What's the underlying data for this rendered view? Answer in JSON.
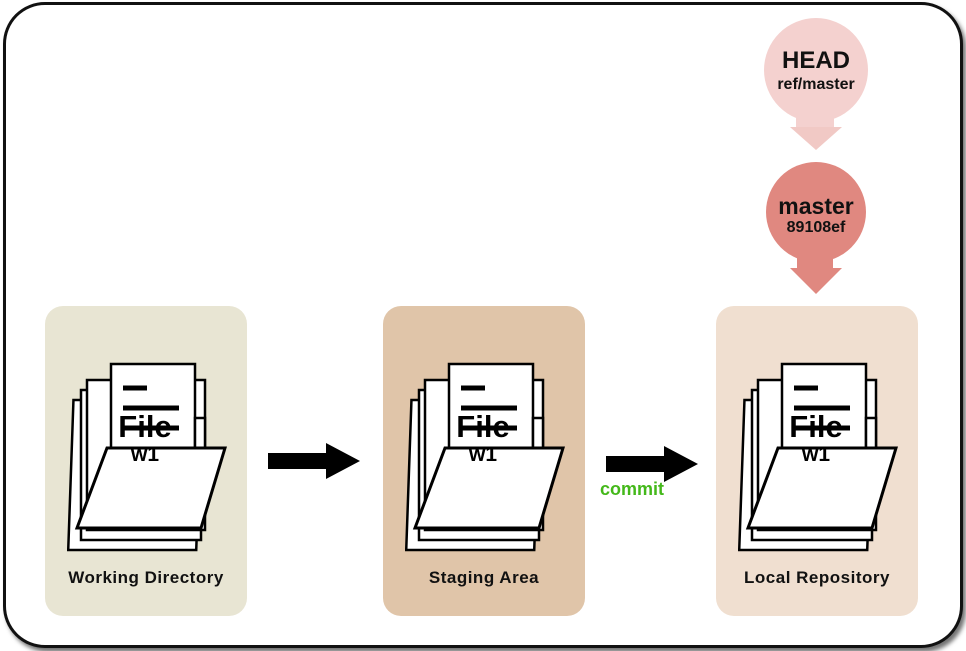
{
  "head": {
    "title": "HEAD",
    "ref": "ref/master",
    "fill": "#f4d1cf",
    "arrow": "#f1c9c5"
  },
  "master": {
    "title": "master",
    "hash": "89108ef",
    "fill": "#e08880"
  },
  "panels": [
    {
      "label": "Working Directory",
      "file_title": "File",
      "file_version": "w1",
      "fill": "#e8e5d3"
    },
    {
      "label": "Staging Area",
      "file_title": "File",
      "file_version": "w1",
      "fill": "#e0c5a9"
    },
    {
      "label": "Local Repository",
      "file_title": "File",
      "file_version": "w1",
      "fill": "#f0dfd0"
    }
  ],
  "commit_label": "commit",
  "commit_color": "#44b81a"
}
